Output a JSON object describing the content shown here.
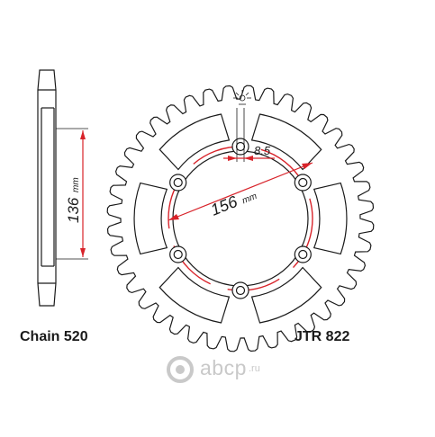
{
  "diagram": {
    "chain_label": "Chain 520",
    "part_number": "JTR 822",
    "dimensions": {
      "bolt_circle": "156",
      "bolt_circle_unit": "mm",
      "bolt_hole": "8.5",
      "side_height": "136",
      "side_height_unit": "mm"
    },
    "teeth": 40,
    "bolt_holes": 6
  },
  "colors": {
    "outline": "#1a1a1a",
    "dimension_red": "#d8232a",
    "watermark": "#c9c9c9"
  },
  "watermark": {
    "brand": "abcp",
    "domain": ".ru"
  }
}
